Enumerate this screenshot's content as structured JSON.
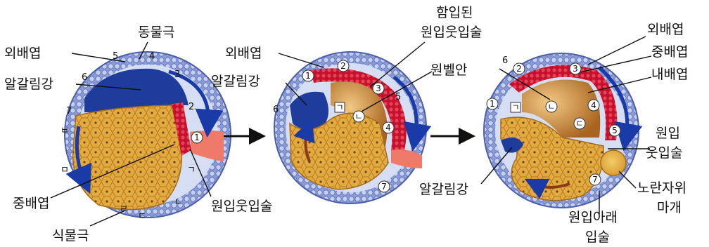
{
  "panel1": {
    "labels": {
      "ectoderm": "외배엽",
      "animal_pole": "동물극",
      "blastocoel": "알갈림강",
      "mesoderm": "중배엽",
      "vegetal_pole": "식물극",
      "blastopore_lip": "원입웃입술"
    },
    "markers": [
      "1",
      "2",
      "3",
      "4",
      "5",
      "6",
      "7",
      "ㄱ",
      "ㄴ",
      "ㄷ",
      "ㄹ",
      "ㅁ",
      "ㅂ"
    ]
  },
  "panel2": {
    "labels": {
      "invaginated_lip": "함입된\n원입웃입술",
      "ectoderm": "외배엽",
      "blastocoel": "알갈림강",
      "archenteron": "원벨안"
    },
    "markers": [
      "1",
      "2",
      "3",
      "4",
      "5",
      "6",
      "7",
      "ㄱ",
      "ㄴ"
    ]
  },
  "panel3": {
    "labels": {
      "ectoderm": "외배엽",
      "mesoderm": "중배엽",
      "endoderm": "내배엽",
      "upper_lip": "원입\n웃입술",
      "blastocoel": "알갈림강",
      "yolk_plug": "노란자위\n마개",
      "lower_lip": "원입아래\n입술"
    },
    "markers": [
      "1",
      "2",
      "3",
      "4",
      "5",
      "6",
      "7",
      "ㄱ",
      "ㄴ",
      "ㄷ"
    ]
  },
  "colors": {
    "ectoderm_blue": "#6f86c8",
    "ectoderm_light": "#b7c3e6",
    "cavity_blue": "#1e3c9c",
    "mesoderm_red": "#c8102e",
    "yolk": "#e0aa3e",
    "yolk_light": "#f0c560",
    "archenteron": "#c98a3a",
    "arrow_blue": "#1a3aa8",
    "arrow_red": "#7a3a20"
  }
}
